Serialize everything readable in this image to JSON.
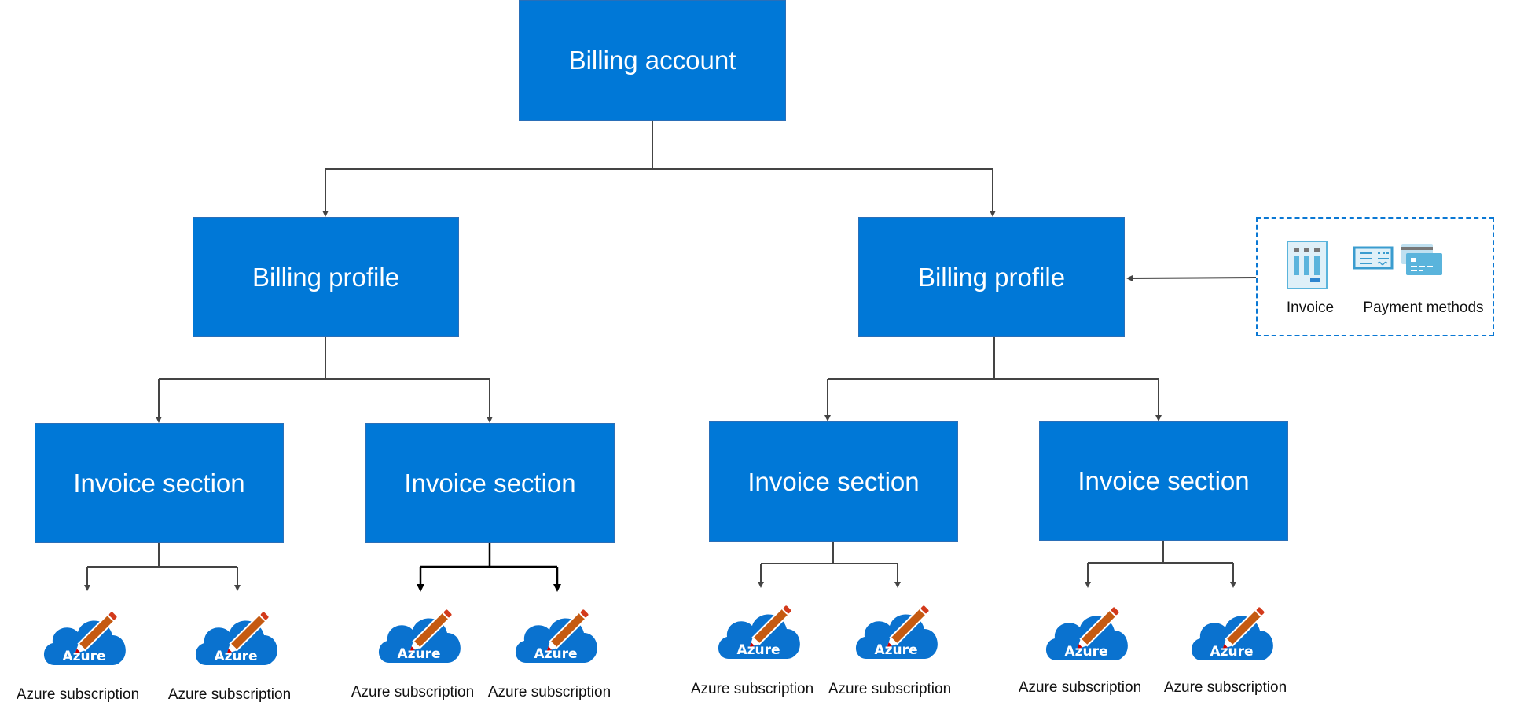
{
  "billing_account": {
    "label": "Billing account"
  },
  "billing_profiles": [
    {
      "label": "Billing profile"
    },
    {
      "label": "Billing profile"
    }
  ],
  "invoice_sections": [
    {
      "label": "Invoice section"
    },
    {
      "label": "Invoice section"
    },
    {
      "label": "Invoice section"
    },
    {
      "label": "Invoice section"
    }
  ],
  "subscriptions": [
    {
      "label": "Azure subscription",
      "logo_text": "Azure"
    },
    {
      "label": "Azure subscription",
      "logo_text": "Azure"
    },
    {
      "label": "Azure subscription",
      "logo_text": "Azure"
    },
    {
      "label": "Azure subscription",
      "logo_text": "Azure"
    },
    {
      "label": "Azure subscription",
      "logo_text": "Azure"
    },
    {
      "label": "Azure subscription",
      "logo_text": "Azure"
    },
    {
      "label": "Azure subscription",
      "logo_text": "Azure"
    },
    {
      "label": "Azure subscription",
      "logo_text": "Azure"
    }
  ],
  "profile_details": {
    "invoice_label": "Invoice",
    "payment_methods_label": "Payment methods"
  },
  "colors": {
    "node": "#0078d7",
    "cloud": "#0a72cf",
    "pencil": "#c55a11",
    "connector": "#444444"
  }
}
